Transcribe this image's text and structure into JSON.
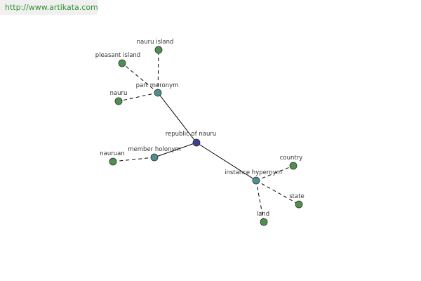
{
  "header": {
    "url": "http://www.artikata.com"
  },
  "colors": {
    "root_fill": "#3f3f8f",
    "relation_fill": "#4f8f8f",
    "leaf_fill": "#4f8f4f",
    "node_stroke": "#2f2f2f",
    "edge": "#000000",
    "banner_text": "#2f8f2f"
  },
  "graph": {
    "nodes": [
      {
        "id": "root",
        "label": "republic of nauru",
        "kind": "root"
      },
      {
        "id": "part",
        "label": "part meronym",
        "kind": "relation"
      },
      {
        "id": "member",
        "label": "member holonym",
        "kind": "relation"
      },
      {
        "id": "instance",
        "label": "instance hypernym",
        "kind": "relation"
      },
      {
        "id": "nauru_island",
        "label": "nauru island",
        "kind": "leaf"
      },
      {
        "id": "pleasant_island",
        "label": "pleasant island",
        "kind": "leaf"
      },
      {
        "id": "nauru",
        "label": "nauru",
        "kind": "leaf"
      },
      {
        "id": "nauruan",
        "label": "nauruan",
        "kind": "leaf"
      },
      {
        "id": "country",
        "label": "country",
        "kind": "leaf"
      },
      {
        "id": "state",
        "label": "state",
        "kind": "leaf"
      },
      {
        "id": "land",
        "label": "land",
        "kind": "leaf"
      }
    ],
    "edges": [
      {
        "from": "root",
        "to": "part",
        "style": "solid"
      },
      {
        "from": "root",
        "to": "member",
        "style": "solid"
      },
      {
        "from": "root",
        "to": "instance",
        "style": "solid"
      },
      {
        "from": "part",
        "to": "nauru_island",
        "style": "dashed"
      },
      {
        "from": "part",
        "to": "pleasant_island",
        "style": "dashed"
      },
      {
        "from": "part",
        "to": "nauru",
        "style": "dashed"
      },
      {
        "from": "member",
        "to": "nauruan",
        "style": "dashed"
      },
      {
        "from": "instance",
        "to": "country",
        "style": "dashed"
      },
      {
        "from": "instance",
        "to": "state",
        "style": "dashed"
      },
      {
        "from": "instance",
        "to": "land",
        "style": "dashed"
      }
    ]
  }
}
